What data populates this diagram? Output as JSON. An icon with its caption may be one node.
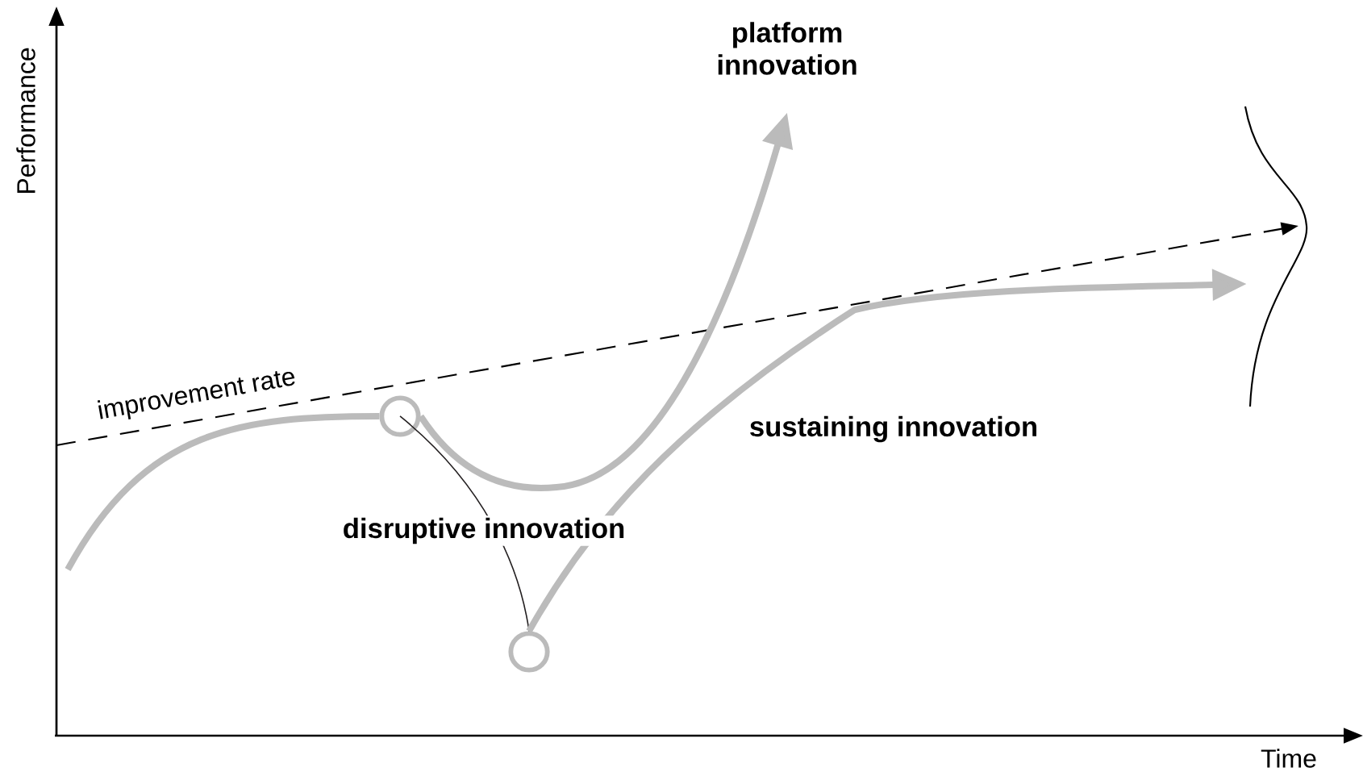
{
  "diagram": {
    "nodes": [
      {
        "text": [],
        "shape": "circle"
      },
      {
        "text": [],
        "shape": "circle"
      },
      {
        "text": [
          "platform innovation"
        ]
      }
    ],
    "edges": [
      {
        "from": null,
        "to": 0,
        "arrow": "none"
      },
      {
        "from": 0,
        "to": 1,
        "arrow": "none",
        "color": "#231f20"
      },
      {
        "from": 0,
        "to": 2,
        "arrow": "to"
      },
      {
        "from": 1,
        "to": null,
        "arrow": "to"
      }
    ],
    "labels": [
      "Performance",
      "improvement rate",
      "disruptive innovation",
      "sustaining innovation",
      "Time"
    ]
  }
}
